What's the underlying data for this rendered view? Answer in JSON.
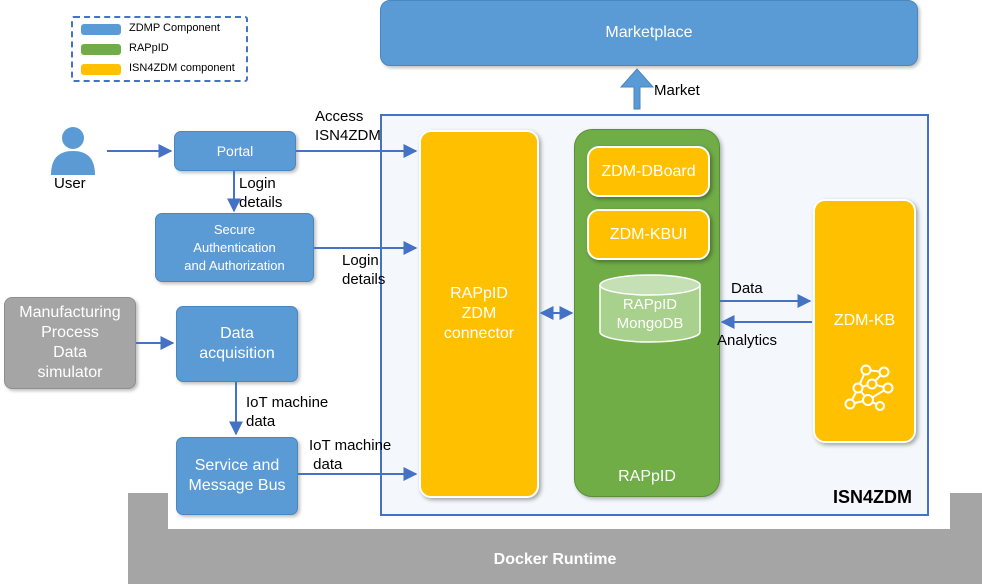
{
  "legend": {
    "items": [
      {
        "label": "ZDMP Component",
        "color": "#5b9bd5"
      },
      {
        "label": "RAPpID",
        "color": "#70ad47"
      },
      {
        "label": "ISN4ZDM component",
        "color": "#ffc000"
      }
    ]
  },
  "nodes": {
    "marketplace": "Marketplace",
    "user": "User",
    "portal": "Portal",
    "secure_auth": "Secure\nAuthentication\nand Authorization",
    "manufacturing": "Manufacturing\nProcess\nData\nsimulator",
    "data_acquisition": "Data\nacquisition",
    "service_bus": "Service and\nMessage Bus",
    "rappid_connector": "RAPpID\nZDM\nconnector",
    "zdm_dboard": "ZDM-DBoard",
    "zdm_kbui": "ZDM-KBUI",
    "rappid_mongodb": "RAPpID\nMongoDB",
    "rappid": "RAPpID",
    "zdm_kb": "ZDM-KB",
    "isn4zdm": "ISN4ZDM",
    "docker_runtime": "Docker Runtime"
  },
  "edge_labels": {
    "market": "Market",
    "access": "Access\nISN4ZDM",
    "login_details_1": "Login\ndetails",
    "login_details_2": "Login\ndetails",
    "iot_1": "IoT machine\ndata",
    "iot_2": "IoT machine\n data",
    "data": "Data",
    "analytics": "Analytics"
  },
  "colors": {
    "zdmp": "#5b9bd5",
    "rappid": "#70ad47",
    "isn4zdm": "#ffc000",
    "docker": "#a5a5a5",
    "arrow": "#4472c4"
  }
}
